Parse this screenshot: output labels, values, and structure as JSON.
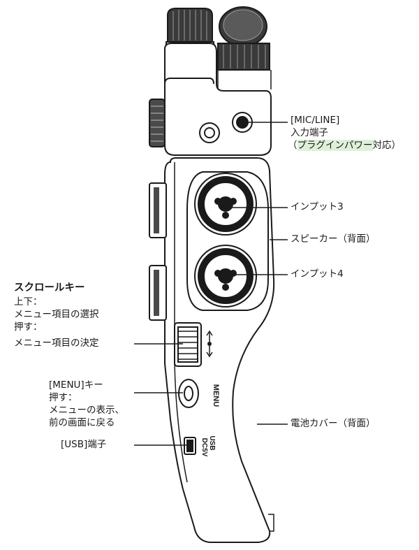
{
  "callouts": {
    "mic_line": {
      "title": "[MIC/LINE]",
      "line2": "入力端子",
      "line3_pre": "（",
      "line3_highlight": "プラグインパワー",
      "line3_post": "対応）"
    },
    "input3": "インプット3",
    "speaker": "スピーカー（背面）",
    "input4": "インプット4",
    "scroll_key": {
      "title": "スクロールキー",
      "line1": "上下：",
      "line2": "メニュー項目の選択",
      "line3": "押す：",
      "line4": "メニュー項目の決定"
    },
    "menu_key": {
      "title": "[MENU]キー",
      "line1": "押す：",
      "line2": "メニューの表示、",
      "line3": "前の画面に戻る"
    },
    "usb": "[USB]端子",
    "battery_cover": "電池カバー（背面）"
  },
  "device_print": {
    "menu": "MENU",
    "dc5v": "DC5V",
    "usb": "USB"
  },
  "colors": {
    "highlight": "#dff0d8",
    "line": "#1a1a1a"
  }
}
